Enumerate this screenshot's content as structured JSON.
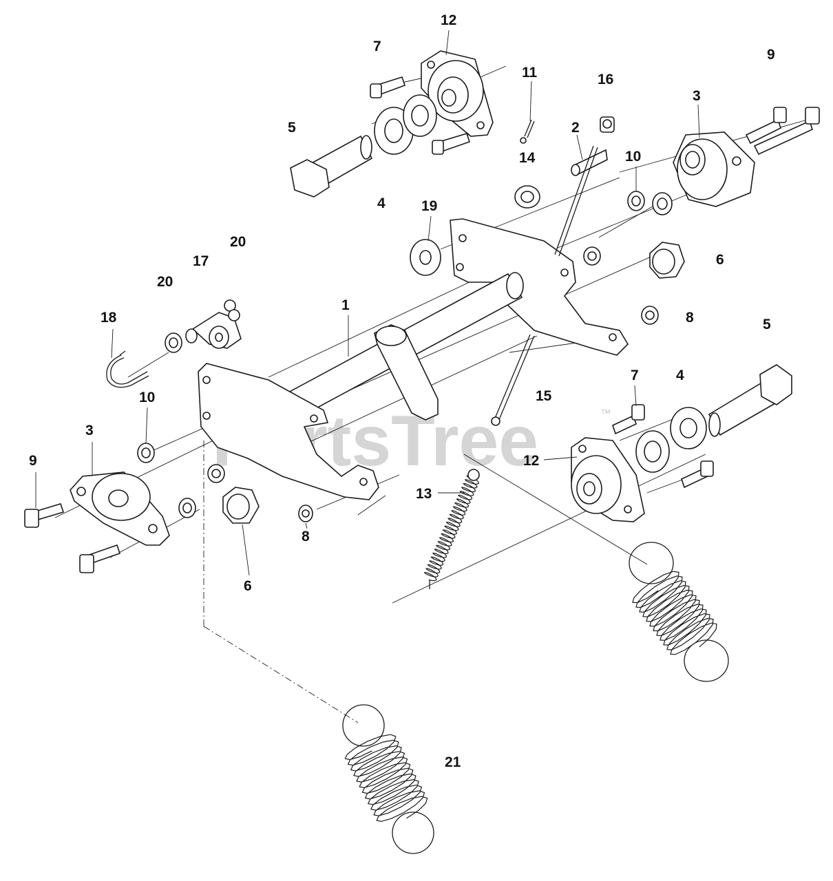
{
  "watermark": {
    "text": "PartsTree",
    "trademark": "™"
  },
  "callouts": [
    {
      "id": "c12a",
      "text": "12"
    },
    {
      "id": "c7a",
      "text": "7"
    },
    {
      "id": "c9a",
      "text": "9"
    },
    {
      "id": "c11",
      "text": "11"
    },
    {
      "id": "c16",
      "text": "16"
    },
    {
      "id": "c5a",
      "text": "5"
    },
    {
      "id": "c3a",
      "text": "3"
    },
    {
      "id": "c2",
      "text": "2"
    },
    {
      "id": "c14",
      "text": "14"
    },
    {
      "id": "c10a",
      "text": "10"
    },
    {
      "id": "c4a",
      "text": "4"
    },
    {
      "id": "c19",
      "text": "19"
    },
    {
      "id": "c20a",
      "text": "20"
    },
    {
      "id": "c17",
      "text": "17"
    },
    {
      "id": "c20b",
      "text": "20"
    },
    {
      "id": "c6a",
      "text": "6"
    },
    {
      "id": "c1",
      "text": "1"
    },
    {
      "id": "c18",
      "text": "18"
    },
    {
      "id": "c8a",
      "text": "8"
    },
    {
      "id": "c5b",
      "text": "5"
    },
    {
      "id": "c7b",
      "text": "7"
    },
    {
      "id": "c4b",
      "text": "4"
    },
    {
      "id": "c15",
      "text": "15"
    },
    {
      "id": "c10b",
      "text": "10"
    },
    {
      "id": "c3b",
      "text": "3"
    },
    {
      "id": "c12b",
      "text": "12"
    },
    {
      "id": "c9b",
      "text": "9"
    },
    {
      "id": "c13",
      "text": "13"
    },
    {
      "id": "c8b",
      "text": "8"
    },
    {
      "id": "c6b",
      "text": "6"
    },
    {
      "id": "c21",
      "text": "21"
    }
  ]
}
